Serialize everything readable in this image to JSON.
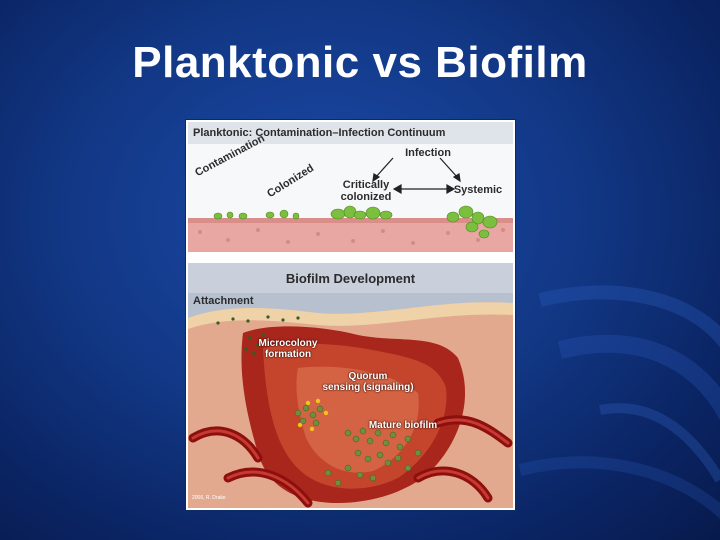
{
  "slide": {
    "title": "Planktonic vs Biofilm",
    "background_color": "#123886",
    "title_color": "#ffffff"
  },
  "figure": {
    "planktonic_panel": {
      "title": "Planktonic: Contamination–Infection Continuum",
      "labels": {
        "contamination": "Contamination",
        "colonized": "Colonized",
        "infection": "Infection",
        "critically": "Critically",
        "colonized_2": "colonized",
        "systemic": "Systemic"
      }
    },
    "biofilm_panel": {
      "title": "Biofilm Development",
      "labels": {
        "attachment": "Attachment",
        "microcolony_1": "Microcolony",
        "microcolony_2": "formation",
        "quorum_1": "Quorum",
        "quorum_2": "sensing (signaling)",
        "mature": "Mature biofilm"
      },
      "credit": "2006, R. Drake"
    }
  }
}
